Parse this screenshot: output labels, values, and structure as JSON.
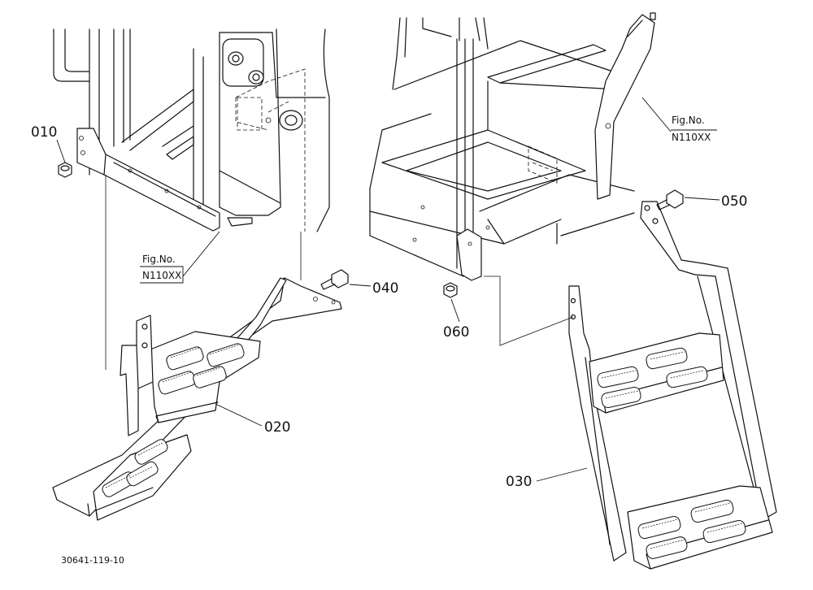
{
  "parts": [
    {
      "id": "010",
      "label": "010"
    },
    {
      "id": "020",
      "label": "020"
    },
    {
      "id": "030",
      "label": "030"
    },
    {
      "id": "040",
      "label": "040"
    },
    {
      "id": "050",
      "label": "050"
    },
    {
      "id": "060",
      "label": "060"
    }
  ],
  "figure_refs": [
    {
      "title": "Fig.No.",
      "number": "N110XX"
    },
    {
      "title": "Fig.No.",
      "number": "N110XX"
    }
  ],
  "drawing_code": "30641-119-10"
}
